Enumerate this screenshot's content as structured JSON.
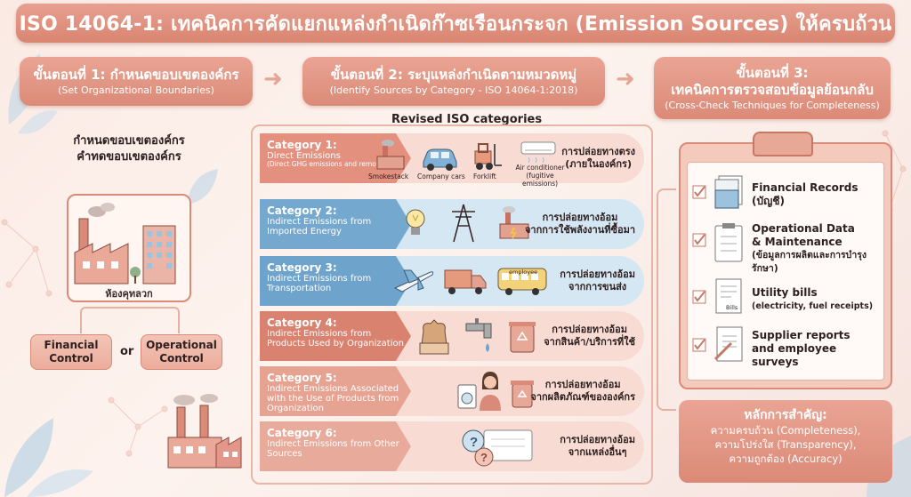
{
  "title": "ISO 14064-1: เทคนิคการคัดแยกแหล่งกำเนิดก๊าซเรือนกระจก (Emission Sources) ให้ครบถ้วน",
  "steps": [
    {
      "title": "ขั้นตอนที่ 1: กำหนดขอบเขตองค์กร",
      "subtitle": "(Set Organizational Boundaries)"
    },
    {
      "title": "ขั้นตอนที่ 2: ระบุแหล่งกำเนิดตามหมวดหมู่",
      "subtitle": "(Identify Sources by Category - ISO 14064-1:2018)"
    },
    {
      "title": "ขั้นตอนที่ 3:",
      "title2": "เทคนิคการตรวจสอบข้อมูลย้อนกลับ",
      "subtitle": "(Cross-Check Techniques for Completeness)"
    }
  ],
  "left": {
    "title_line1": "กำหนดขอบเขตองค์กร",
    "title_line2": "คำทดขอบเขตองค์กร",
    "org_label": "ห้องคุทลวก",
    "financial": "Financial Control",
    "or": "or",
    "operational": "Operational Control"
  },
  "middle": {
    "heading": "Revised ISO categories",
    "categories": [
      {
        "name": "Category 1:",
        "desc": "Direct Emissions",
        "extra": "(Direct GHG emissions and removals)",
        "thai_line1": "การปล่อยทางตรง",
        "thai_line2": "(ภายในองค์กร)",
        "icons": [
          "Smokestack",
          "Company cars",
          "Forklift",
          "Air conditioner (fugitive emissions)"
        ]
      },
      {
        "name": "Category 2:",
        "desc": "Indirect Emissions from Imported Energy",
        "thai_line1": "การปล่อยทางอ้อม",
        "thai_line2": "จากการใช้พลังงานที่ซื้อมา"
      },
      {
        "name": "Category 3:",
        "desc": "Indirect Emissions from Transportation",
        "thai_line1": "การปล่อยทางอ้อม",
        "thai_line2": "จากการขนส่ง",
        "bus_label": "employee"
      },
      {
        "name": "Category 4:",
        "desc": "Indirect Emissions from Products Used by Organization",
        "thai_line1": "การปล่อยทางอ้อม",
        "thai_line2": "จากสินค้า/บริการที่ใช้"
      },
      {
        "name": "Category 5:",
        "desc": "Indirect Emissions Associated with the Use of Products from Organization",
        "thai_line1": "การปล่อยทางอ้อม",
        "thai_line2": "จากผลิตภัณฑ์ขององค์กร"
      },
      {
        "name": "Category 6:",
        "desc": "Indirect Emissions from Other Sources",
        "thai_line1": "การปล่อยทางอ้อม",
        "thai_line2": "จากแหล่งอื่นๆ"
      }
    ]
  },
  "right": {
    "items": [
      {
        "label": "Financial Records",
        "sub": "(บัญชี)"
      },
      {
        "label": "Operational Data & Maintenance",
        "sub": "(ข้อมูลการผลิตและการบำรุงรักษา)"
      },
      {
        "label": "Utility bills",
        "sub": "(electricity, fuel receipts)",
        "bill_label": "Bills"
      },
      {
        "label": "Supplier reports and employee surveys",
        "sub": ""
      }
    ],
    "principle": {
      "heading": "หลักการสำคัญ:",
      "lines": [
        "ความครบถ้วน (Completeness),",
        "ความโปร่งใส (Transparency),",
        "ความถูกต้อง (Accuracy)"
      ]
    }
  },
  "colors": {
    "accent": "#db8a77",
    "cat1": "#e3907f",
    "cat2": "#74a8cf",
    "cat3": "#6ea3cc",
    "cat4": "#d9826f",
    "cat5": "#e6a392",
    "cat6": "#e8aa9a",
    "warm_bg": "#f8dcd4",
    "cool_bg": "#d4e7f3"
  }
}
